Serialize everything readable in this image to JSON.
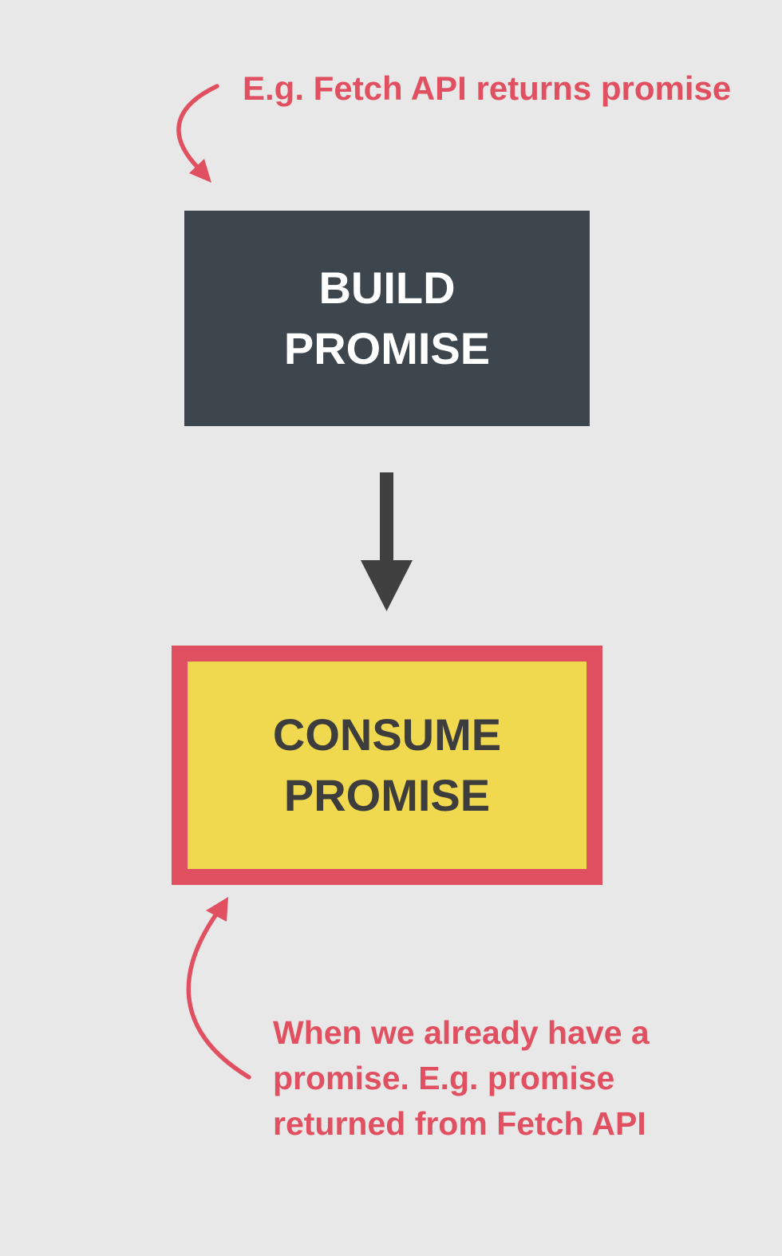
{
  "annotations": {
    "top_note": "E.g. Fetch API returns promise",
    "bottom_note": "When we already have a promise. E.g. promise returned from Fetch API"
  },
  "boxes": {
    "build": {
      "line1": "BUILD",
      "line2": "PROMISE"
    },
    "consume": {
      "line1": "CONSUME",
      "line2": "PROMISE"
    }
  },
  "colors": {
    "background": "#e8e8e8",
    "build_box": "#3c464c",
    "consume_box": "#f0d94e",
    "consume_border": "#e05060",
    "annotation": "#e05060",
    "flow_arrow": "#404040"
  }
}
